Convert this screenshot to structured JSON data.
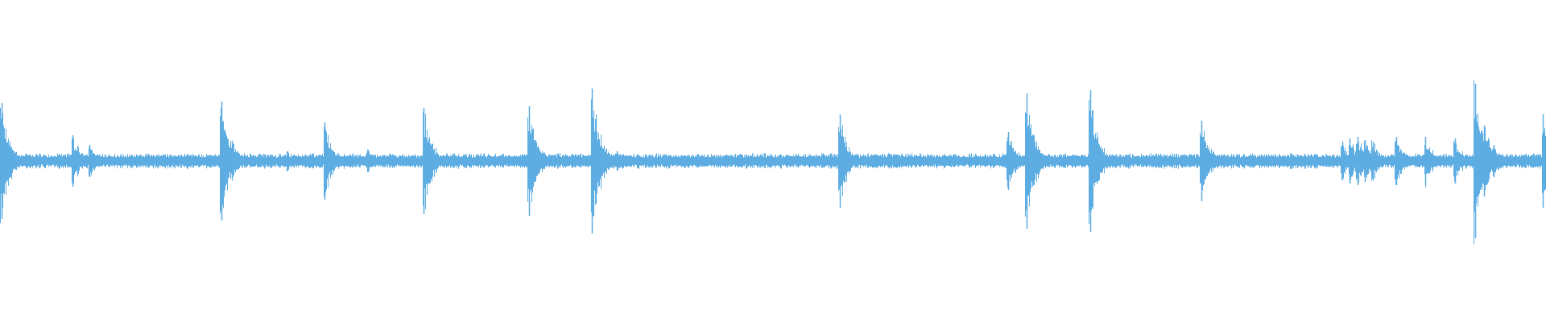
{
  "waveform": {
    "color": "#5dade2",
    "background": "#ffffff",
    "baseline_amplitude": 0.04,
    "peaks": [
      {
        "position": 0.001,
        "amplitude": 0.36
      },
      {
        "position": 0.047,
        "amplitude": 0.16
      },
      {
        "position": 0.058,
        "amplitude": 0.1
      },
      {
        "position": 0.143,
        "amplitude": 0.37
      },
      {
        "position": 0.15,
        "amplitude": 0.12
      },
      {
        "position": 0.186,
        "amplitude": 0.06
      },
      {
        "position": 0.21,
        "amplitude": 0.24
      },
      {
        "position": 0.238,
        "amplitude": 0.07
      },
      {
        "position": 0.274,
        "amplitude": 0.33
      },
      {
        "position": 0.342,
        "amplitude": 0.34
      },
      {
        "position": 0.383,
        "amplitude": 0.45
      },
      {
        "position": 0.399,
        "amplitude": 0.06
      },
      {
        "position": 0.543,
        "amplitude": 0.29
      },
      {
        "position": 0.652,
        "amplitude": 0.18
      },
      {
        "position": 0.664,
        "amplitude": 0.42
      },
      {
        "position": 0.705,
        "amplitude": 0.44
      },
      {
        "position": 0.777,
        "amplitude": 0.25
      },
      {
        "position": 0.835,
        "amplitude": 0.05
      },
      {
        "position": 0.868,
        "amplitude": 0.12
      },
      {
        "position": 0.873,
        "amplitude": 0.14
      },
      {
        "position": 0.878,
        "amplitude": 0.15
      },
      {
        "position": 0.883,
        "amplitude": 0.13
      },
      {
        "position": 0.888,
        "amplitude": 0.12
      },
      {
        "position": 0.903,
        "amplitude": 0.15
      },
      {
        "position": 0.922,
        "amplitude": 0.15
      },
      {
        "position": 0.941,
        "amplitude": 0.14
      },
      {
        "position": 0.954,
        "amplitude": 0.48
      },
      {
        "position": 0.96,
        "amplitude": 0.22
      },
      {
        "position": 0.966,
        "amplitude": 0.1
      },
      {
        "position": 0.998,
        "amplitude": 0.29
      }
    ]
  }
}
